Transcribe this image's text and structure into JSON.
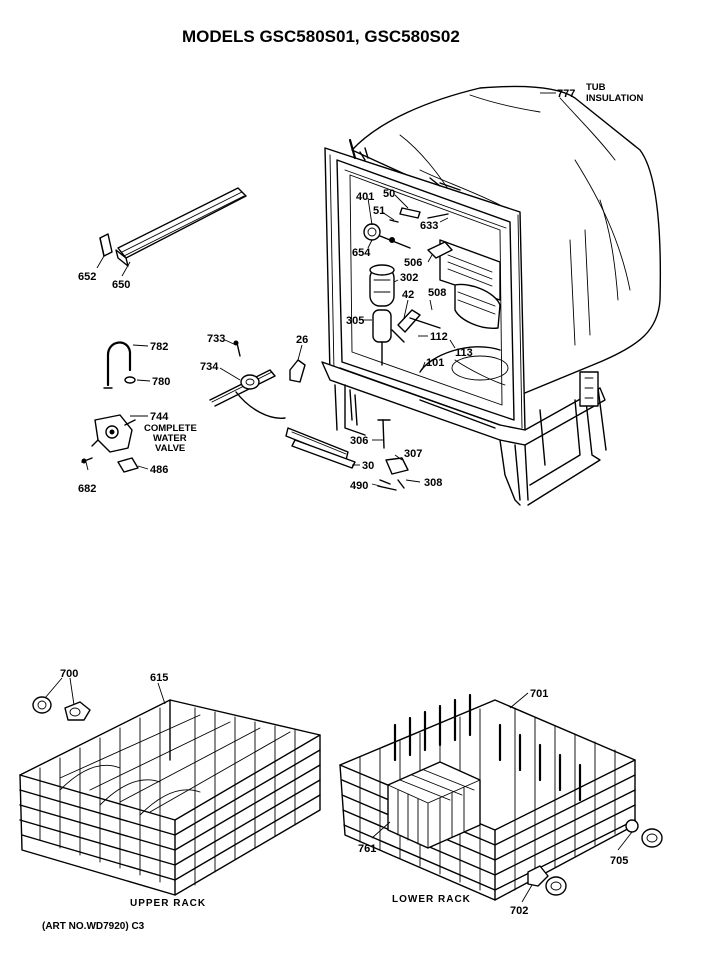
{
  "title": "MODELS GSC580S01, GSC580S02",
  "callouts": {
    "c777": "777",
    "c777_l1": "TUB",
    "c777_l2": "INSULATION",
    "c401": "401",
    "c50": "50",
    "c51": "51",
    "c633": "633",
    "c654": "654",
    "c506": "506",
    "c302": "302",
    "c42": "42",
    "c508": "508",
    "c305": "305",
    "c112": "112",
    "c113": "113",
    "c101": "101",
    "c652": "652",
    "c650": "650",
    "c733": "733",
    "c26": "26",
    "c782": "782",
    "c734": "734",
    "c780": "780",
    "c744": "744",
    "c744_l1": "COMPLETE",
    "c744_l2": "WATER",
    "c744_l3": "VALVE",
    "c486": "486",
    "c682": "682",
    "c306": "306",
    "c307": "307",
    "c30": "30",
    "c490": "490",
    "c308": "308",
    "c700": "700",
    "c615": "615",
    "c701": "701",
    "c761": "761",
    "c705": "705",
    "c702": "702"
  },
  "captions": {
    "upper_rack": "UPPER RACK",
    "lower_rack": "LOWER RACK",
    "art_no": "(ART NO.WD7920) C3"
  }
}
